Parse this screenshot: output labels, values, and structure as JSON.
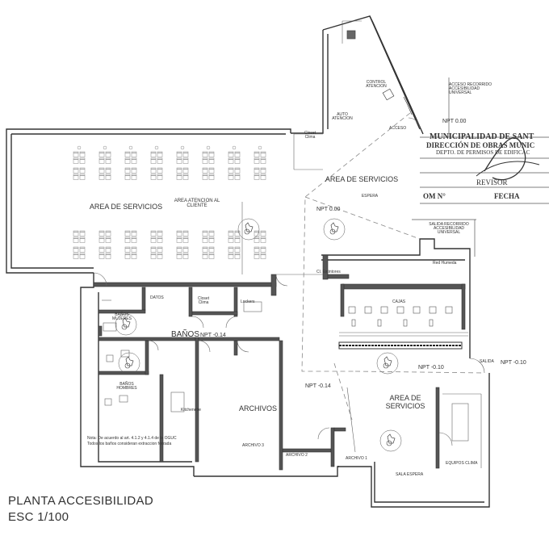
{
  "title": "PLANTA ACCESIBILIDAD",
  "scale": "ESC 1/100",
  "rooms": {
    "area_servicios_1": "AREA DE SERVICIOS",
    "area_atencion": "AREA ATENCION AL CLIENTE",
    "area_servicios_espera": "AREA DE SERVICIOS",
    "espera": "ESPERA",
    "control_atencion": "CONTROL ATENCION",
    "auto_atencion": "AUTO ATENCION",
    "acceso": "ACCESO",
    "closet_clima": "Closet Clima",
    "datos": "DATOS",
    "closet_clima_2": "Closet Clima",
    "lockers": "Lockers",
    "banos": "BAÑOS",
    "banos_mujeres": "BAÑOS MUJERES",
    "banos_hombres": "BAÑOS HOMBRES",
    "kitchenette": "Kitchenette",
    "archivos": "ARCHIVOS",
    "archivo_3": "ARCHIVO 3",
    "archivo_2": "ARCHIVO 2",
    "archivo_1": "ARCHIVO 1",
    "cajas": "CAJAS",
    "red_humeda": "Red Humeda",
    "cl_extintores": "Cl. Extintores",
    "area_servicios_2": "AREA DE SERVICIOS",
    "equipos_clima": "EQUIPOS CLIMA",
    "sala_espera": "SALA ESPERA",
    "salida": "SALIDA"
  },
  "levels": {
    "npt_000_a": "NPT 0.00",
    "npt_000_b": "NPT 0.00",
    "npt_014_a": "NPT -0.14",
    "npt_014_b": "NPT -0.14",
    "npt_010_a": "NPT -0.10",
    "npt_010_b": "NPT -0.10"
  },
  "routes": {
    "acceso_recorrido": "ACCESO RECORRIDO ACCESIBILIDAD UNIVERSAL",
    "salida_recorrido": "SALIDA RECORRIDO ACCESIBILIDAD UNIVERSAL"
  },
  "note": {
    "line1": "Nota: De acuerdo al art. 4.1.2 y 4.1.4 de la OGUC",
    "line2": "Todos los baños consideran extraccion forzada"
  },
  "stamp": {
    "line1": "MUNICIPALIDAD DE SANT",
    "line2": "DIRECCIÓN DE OBRAS MUNIC",
    "line3": "DEPTO. DE PERMISOS DE EDIFICAC",
    "revisor": "REVISOR",
    "om": "OM N°",
    "fecha": "FECHA"
  },
  "colors": {
    "line": "#333333",
    "thin": "#777777",
    "wall_fill": "#555555",
    "dashed": "#888888"
  }
}
